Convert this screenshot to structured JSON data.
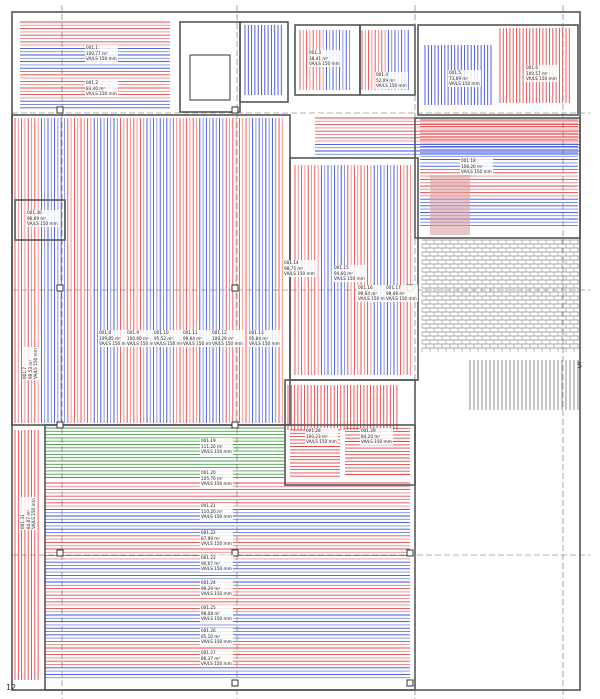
{
  "colors": {
    "supply": "#e8474a",
    "return": "#3a4fd8",
    "green": "#4aa04a",
    "wall": "#555555",
    "hatch": "#8a8a8a"
  },
  "grid_marks": {
    "right": "5",
    "bottom_left": "12"
  },
  "rooms": [
    {
      "id": "001.1",
      "area": "100,77 m²",
      "spacing": "VA/LS 150 mm"
    },
    {
      "id": "001.2",
      "area": "83,40 m²",
      "spacing": "VA/LS 150 mm"
    },
    {
      "id": "001.3",
      "area": "38,41 m²",
      "spacing": "VA/LS 150 mm"
    },
    {
      "id": "001.4",
      "area": "52,09 m²",
      "spacing": "VA/LS 150 mm"
    },
    {
      "id": "001.5",
      "area": "73,69 m²",
      "spacing": "VA/LS 150 mm"
    },
    {
      "id": "001.6",
      "area": "100,57 m²",
      "spacing": "VA/LS 150 mm"
    },
    {
      "id": "001.7",
      "area": "99,53 m²",
      "spacing": "VA/LS 150 mm"
    },
    {
      "id": "001.8",
      "area": "109,85 m²",
      "spacing": "VA/LS 150 mm"
    },
    {
      "id": "001.9",
      "area": "100,60 m²",
      "spacing": "VA/LS 150 mm"
    },
    {
      "id": "001.10",
      "area": "95,52 m²",
      "spacing": "VA/LS 150 mm"
    },
    {
      "id": "001.11",
      "area": "99,64 m²",
      "spacing": "VA/LS 150 mm"
    },
    {
      "id": "001.12",
      "area": "109,29 m²",
      "spacing": "VA/LS 150 mm"
    },
    {
      "id": "001.13",
      "area": "95,84 m²",
      "spacing": "VA/LS 150 mm"
    },
    {
      "id": "001.14",
      "area": "98,75 m²",
      "spacing": "VA/LS 150 mm"
    },
    {
      "id": "001.15",
      "area": "94,60 m²",
      "spacing": "VA/LS 150 mm"
    },
    {
      "id": "001.16",
      "area": "99,64 m²",
      "spacing": "VA/LS 150 mm"
    },
    {
      "id": "001.17",
      "area": "99,48 m²",
      "spacing": "VA/LS 150 mm"
    },
    {
      "id": "001.18",
      "area": "108,20 m²",
      "spacing": "VA/LS 150 mm"
    },
    {
      "id": "001.19",
      "area": "111,20 m²",
      "spacing": "VA/LS 150 mm"
    },
    {
      "id": "001.20",
      "area": "105,70 m²",
      "spacing": "VA/LS 150 mm"
    },
    {
      "id": "001.21",
      "area": "110,20 m²",
      "spacing": "VA/LS 150 mm"
    },
    {
      "id": "001.22",
      "area": "87,99 m²",
      "spacing": "VA/LS 150 mm"
    },
    {
      "id": "001.23",
      "area": "90,67 m²",
      "spacing": "VA/LS 150 mm"
    },
    {
      "id": "001.24",
      "area": "99,29 m²",
      "spacing": "VA/LS 150 mm"
    },
    {
      "id": "001.25",
      "area": "98,08 m²",
      "spacing": "VA/LS 150 mm"
    },
    {
      "id": "001.26",
      "area": "85,10 m²",
      "spacing": "VA/LS 150 mm"
    },
    {
      "id": "001.27",
      "area": "86,37 m²",
      "spacing": "VA/LS 150 mm"
    },
    {
      "id": "001.28",
      "area": "100,23 m²",
      "spacing": "VA/LS 150 mm"
    },
    {
      "id": "001.29",
      "area": "84,20 m²",
      "spacing": "VA/LS 150 mm"
    },
    {
      "id": "001.30",
      "area": "96,09 m²",
      "spacing": "VA/LS 150 mm"
    },
    {
      "id": "001.31",
      "area": "84,07 m²",
      "spacing": "VA/LS 150 mm"
    }
  ]
}
